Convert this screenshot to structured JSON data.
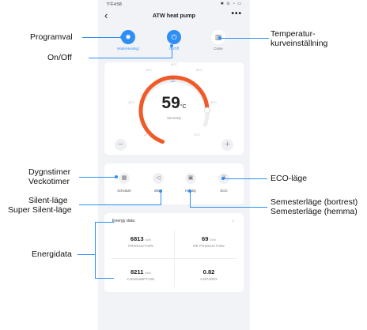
{
  "status": {
    "time": "下午4:58",
    "icons": "✱ ⊙ ◔ ▭"
  },
  "header": {
    "back_icon": "chevron-left-icon",
    "title": "ATW heat pump",
    "more_icon": "more-icon"
  },
  "modes": [
    {
      "label": "Mode(Heating)",
      "icon": "sun-icon",
      "active": true
    },
    {
      "label": "On/Off",
      "icon": "power-icon",
      "active": true
    },
    {
      "label": "Curve",
      "icon": "chart-icon",
      "active": false
    }
  ],
  "thermostat": {
    "temperature": "59",
    "unit": "°C",
    "label": "Set temp",
    "value": 59,
    "range": [
      20,
      70
    ],
    "ticks": [
      "20°C",
      "40°C",
      "45°C",
      "50°C",
      "55°C",
      "60°C",
      "70°C"
    ]
  },
  "functions": [
    {
      "label": "Schedule",
      "icon": "calendar-icon"
    },
    {
      "label": "Silent",
      "icon": "speaker-icon"
    },
    {
      "label": "Holiday",
      "icon": "suitcase-icon"
    },
    {
      "label": "ECO",
      "icon": "leaf-icon"
    }
  ],
  "energy": {
    "title": "Energy data",
    "production": {
      "value": "6813",
      "unit": "kWh",
      "caption": "PRODUCTION"
    },
    "re_production": {
      "value": "69",
      "unit": "kWh",
      "caption": "RE PRODUCTION"
    },
    "consumption": {
      "value": "8211",
      "unit": "kWh",
      "caption": "CONSUMPTION"
    },
    "cop": {
      "value": "0.82",
      "unit": "",
      "caption": "COP/EER"
    }
  },
  "callouts": {
    "programval": "Programval",
    "onoff": "On/Off",
    "temperatur_1": "Temperatur-",
    "temperatur_2": "kurveinställning",
    "dygnstimer": "Dygnstimer",
    "veckotimer": "Veckotimer",
    "silent": "Silent-läge",
    "super_silent": "Super Silent-läge",
    "energidata": "Energidata",
    "eco": "ECO-läge",
    "semester_bort": "Semesterläge (bortrest)",
    "semester_hemma": "Semesterläge (hemma)"
  },
  "colors": {
    "accent": "#2f8ef5",
    "gauge": "#f05a28",
    "callout_line": "#2f8ef5"
  }
}
